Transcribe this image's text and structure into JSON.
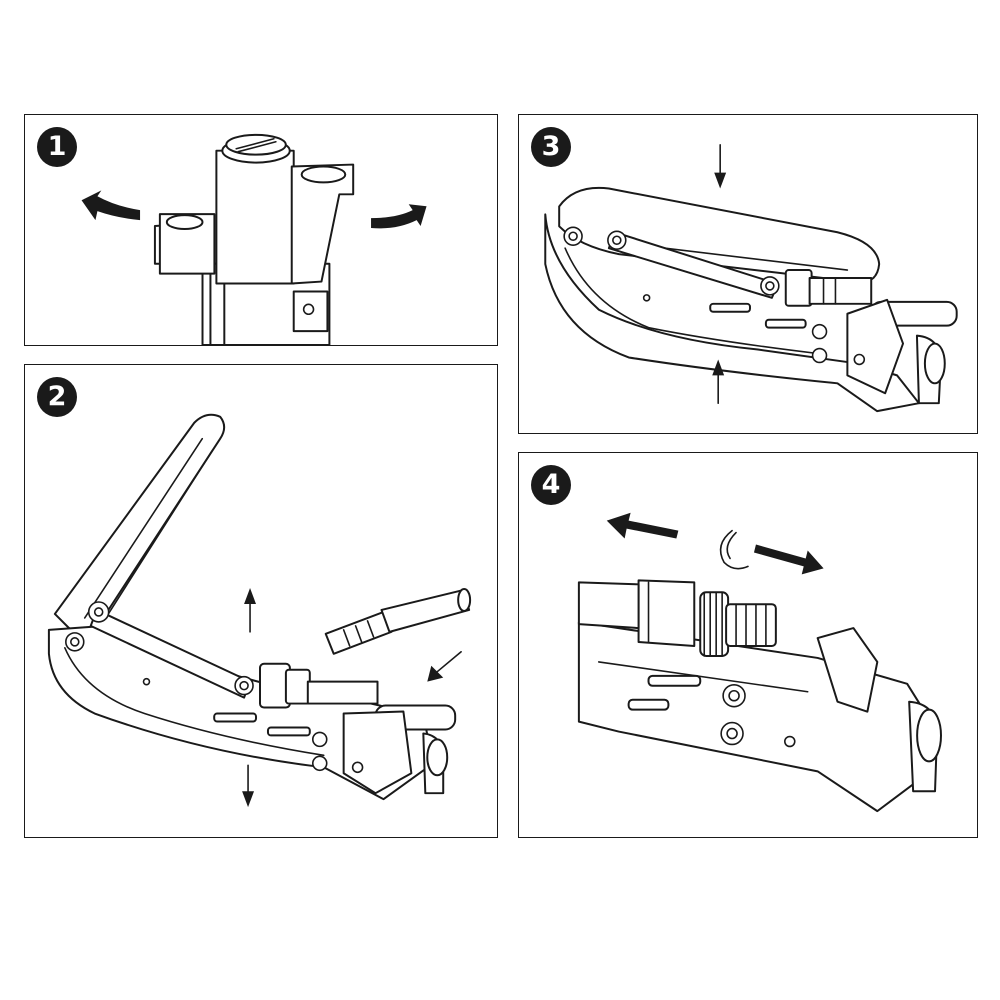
{
  "steps": [
    {
      "number": "1"
    },
    {
      "number": "2"
    },
    {
      "number": "3"
    },
    {
      "number": "4"
    }
  ]
}
